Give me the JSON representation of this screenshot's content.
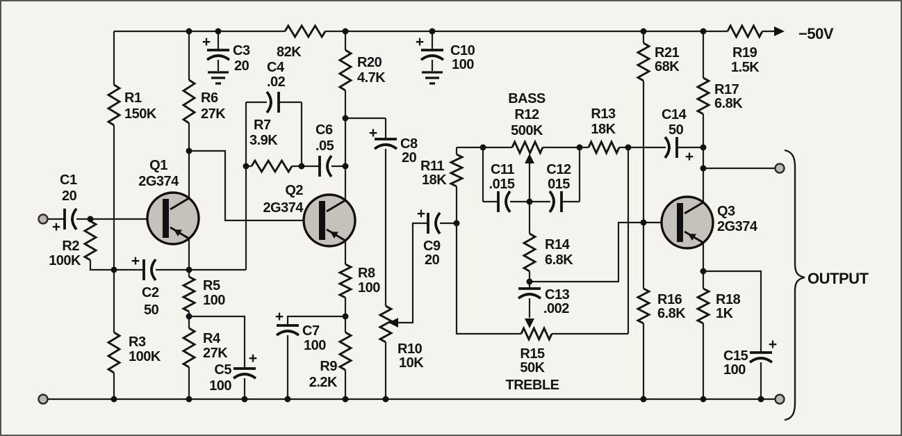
{
  "symbols": {
    "plus": "+"
  },
  "power": {
    "supply_label": "−50V"
  },
  "output": {
    "label": "OUTPUT"
  },
  "components": {
    "c1": {
      "ref": "C1",
      "value": "20"
    },
    "c2": {
      "ref": "C2",
      "value": "50"
    },
    "c3": {
      "ref": "C3",
      "value": "20"
    },
    "c4": {
      "ref": "C4",
      "value": ".02"
    },
    "c5": {
      "ref": "C5",
      "value": "100"
    },
    "c6": {
      "ref": "C6",
      "value": ".05"
    },
    "c7": {
      "ref": "C7",
      "value": "100"
    },
    "c8": {
      "ref": "C8",
      "value": "20"
    },
    "c9": {
      "ref": "C9",
      "value": "20"
    },
    "c10": {
      "ref": "C10",
      "value": "100"
    },
    "c11": {
      "ref": "C11",
      "value": ".015"
    },
    "c12": {
      "ref": "C12",
      "value": "015"
    },
    "c13": {
      "ref": "C13",
      "value": ".002"
    },
    "c14": {
      "ref": "C14",
      "value": "50"
    },
    "c15": {
      "ref": "C15",
      "value": "100"
    },
    "r1": {
      "ref": "R1",
      "value": "150K"
    },
    "r2": {
      "ref": "R2",
      "value": "100K"
    },
    "r3": {
      "ref": "R3",
      "value": "100K"
    },
    "r4": {
      "ref": "R4",
      "value": "27K"
    },
    "r5": {
      "ref": "R5",
      "value": "100"
    },
    "r6": {
      "ref": "R6",
      "value": "27K"
    },
    "r7": {
      "ref": "R7",
      "value": "3.9K"
    },
    "r8": {
      "ref": "R8",
      "value": "100"
    },
    "r9": {
      "ref": "R9",
      "value": "2.2K"
    },
    "r10": {
      "ref": "R10",
      "value": "10K"
    },
    "r11": {
      "ref": "R11",
      "value": "18K"
    },
    "r12": {
      "ref": "R12",
      "value": "500K",
      "function": "BASS"
    },
    "r13": {
      "ref": "R13",
      "value": "18K"
    },
    "r14": {
      "ref": "R14",
      "value": "6.8K"
    },
    "r15": {
      "ref": "R15",
      "value": "50K",
      "function": "TREBLE"
    },
    "r16": {
      "ref": "R16",
      "value": "6.8K"
    },
    "r17": {
      "ref": "R17",
      "value": "6.8K"
    },
    "r18": {
      "ref": "R18",
      "value": "1K"
    },
    "r19": {
      "ref": "R19",
      "value": "1.5K"
    },
    "r20": {
      "ref": "R20",
      "value": "4.7K"
    },
    "r21": {
      "ref": "R21",
      "value": "68K"
    },
    "r22": {
      "value": "82K"
    },
    "q1": {
      "ref": "Q1",
      "part": "2G374"
    },
    "q2": {
      "ref": "Q2",
      "part": "2G374"
    },
    "q3": {
      "ref": "Q3",
      "part": "2G374"
    }
  }
}
